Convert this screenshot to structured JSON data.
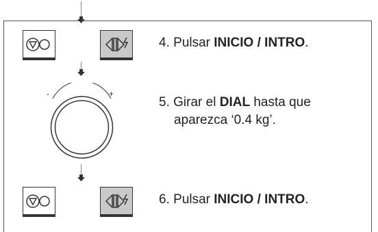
{
  "steps": [
    {
      "number": "4.",
      "prefix": "Pulsar ",
      "bold": "INICIO / INTRO",
      "suffix": "."
    },
    {
      "number": "5.",
      "prefix": "Girar el ",
      "bold": "DIAL",
      "suffix": " hasta que",
      "line2": "aparezca ‘0.4 kg’."
    },
    {
      "number": "6.",
      "prefix": "Pulsar ",
      "bold": "INICIO / INTRO",
      "suffix": "."
    }
  ],
  "dial": {
    "minus_label": "-",
    "plus_label": "+"
  },
  "icons": {
    "stop_button": "stop-clear-icon",
    "start_button": "start-enter-icon",
    "flow_arrow": "arrow-down-icon",
    "dial": "rotary-dial-icon"
  },
  "colors": {
    "button_gray": "#c9c9c9",
    "ink": "#333333"
  }
}
